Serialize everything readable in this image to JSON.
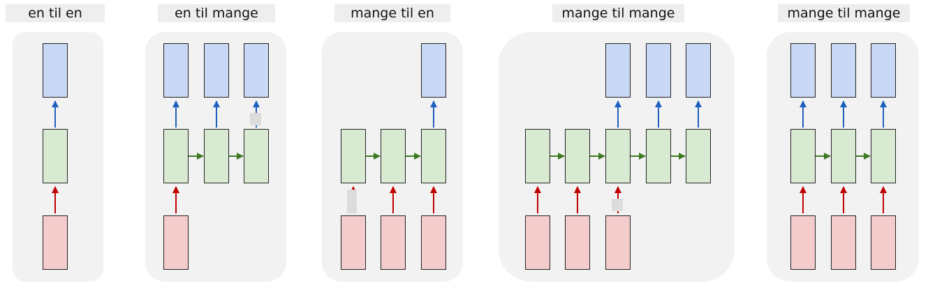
{
  "titles": {
    "one_to_one": "en til en",
    "one_to_many": "en til mange",
    "many_to_one": "mange til en",
    "many_to_many_delayed": "mange til mange",
    "many_to_many_synced": "mange til mange"
  },
  "colors": {
    "output": "#c9d9f5",
    "hidden": "#d9ead3",
    "input": "#f4cccc",
    "output_arrow": "#1f5fbf",
    "input_arrow": "#c00000",
    "recurrent_arrow": "#3d7a22",
    "panel": "#f2f2f2"
  }
}
